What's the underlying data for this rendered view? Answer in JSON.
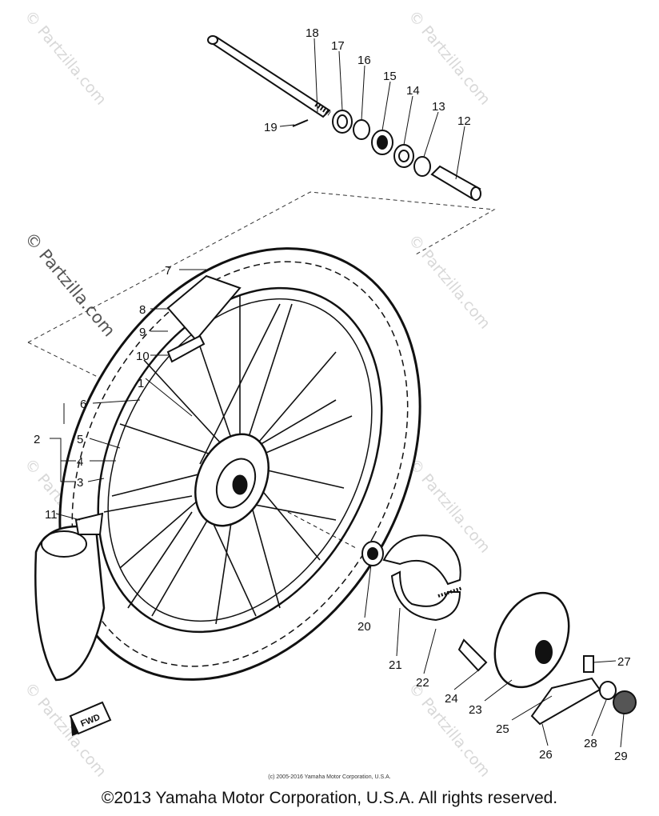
{
  "watermark": "© Partzilla.com",
  "fwd_label": "FWD",
  "callouts": [
    "1",
    "2",
    "3",
    "4",
    "5",
    "6",
    "7",
    "8",
    "9",
    "10",
    "11",
    "12",
    "13",
    "14",
    "15",
    "16",
    "17",
    "18",
    "19",
    "20",
    "21",
    "22",
    "23",
    "24",
    "25",
    "26",
    "27",
    "28",
    "29"
  ],
  "copyright_small": "(c) 2005-2016 Yamaha Motor Corporation, U.S.A.",
  "copyright_main": "©2013 Yamaha Motor Corporation, U.S.A. All rights reserved."
}
